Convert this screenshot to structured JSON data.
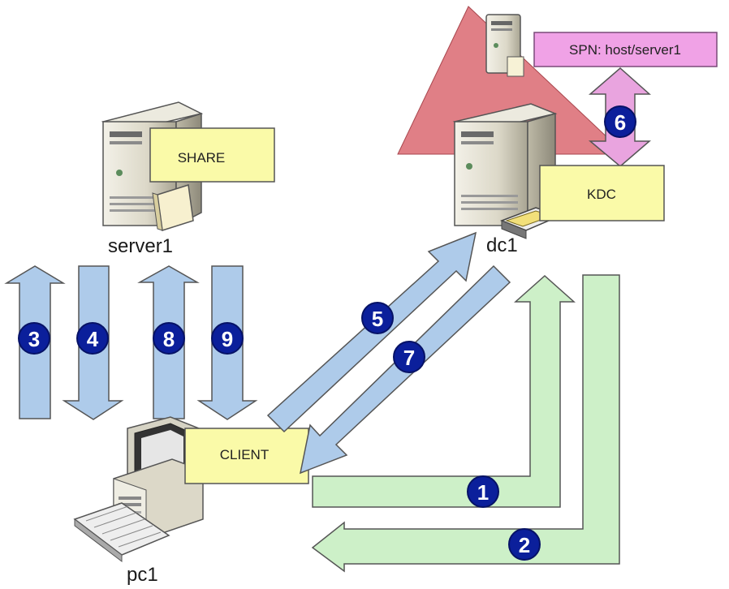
{
  "nodes": {
    "server": {
      "label": "server1",
      "box": "SHARE"
    },
    "dc": {
      "label": "dc1",
      "box": "KDC"
    },
    "pc": {
      "label": "pc1",
      "box": "CLIENT"
    },
    "spn": {
      "box": "SPN: host/server1"
    }
  },
  "steps": [
    "1",
    "2",
    "3",
    "4",
    "5",
    "6",
    "7",
    "8",
    "9"
  ],
  "colors": {
    "arrow_blue": "#aecbea",
    "arrow_green": "#cdf0c8",
    "arrow_pink": "#e9a4df",
    "triangle_red": "#e07f86",
    "label_box": "#fafaa8",
    "spn_box": "#f0a2e6",
    "step_badge": "#0b1f9b"
  }
}
